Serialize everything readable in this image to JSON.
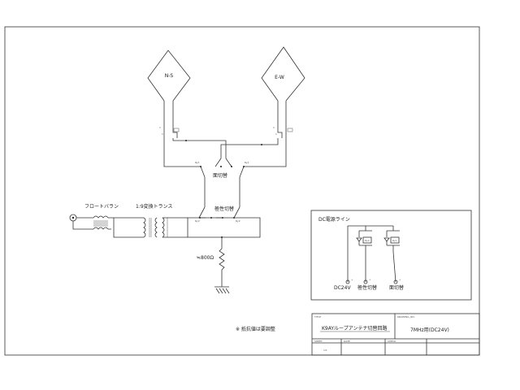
{
  "antennas": {
    "ns_label": "N-S",
    "ew_label": "E-W"
  },
  "relay_labels": {
    "face_switch": "面切替",
    "polarity_switch": "極性切替"
  },
  "feed": {
    "float_balun": "フロートバラン",
    "transformer": "1:9変換トランス"
  },
  "resistor_label": "≒800Ω",
  "note": "※ 抵抗値は要調整",
  "dc_box": {
    "title": "DC電源ライン",
    "dc24v": "DC24V",
    "polarity_switch": "極性切替",
    "face_switch": "面切替"
  },
  "title_block": {
    "title_caption": "TITLE",
    "title": "K9AYループアンテナ切替回路",
    "drawing_no_caption": "DRAWING_NO.",
    "drawing_no": "7MHz用(DC24V)",
    "sheet_caption": "SHEET",
    "sheet": "1/1",
    "date_caption": "DATE",
    "check_caption": "CHECK"
  }
}
